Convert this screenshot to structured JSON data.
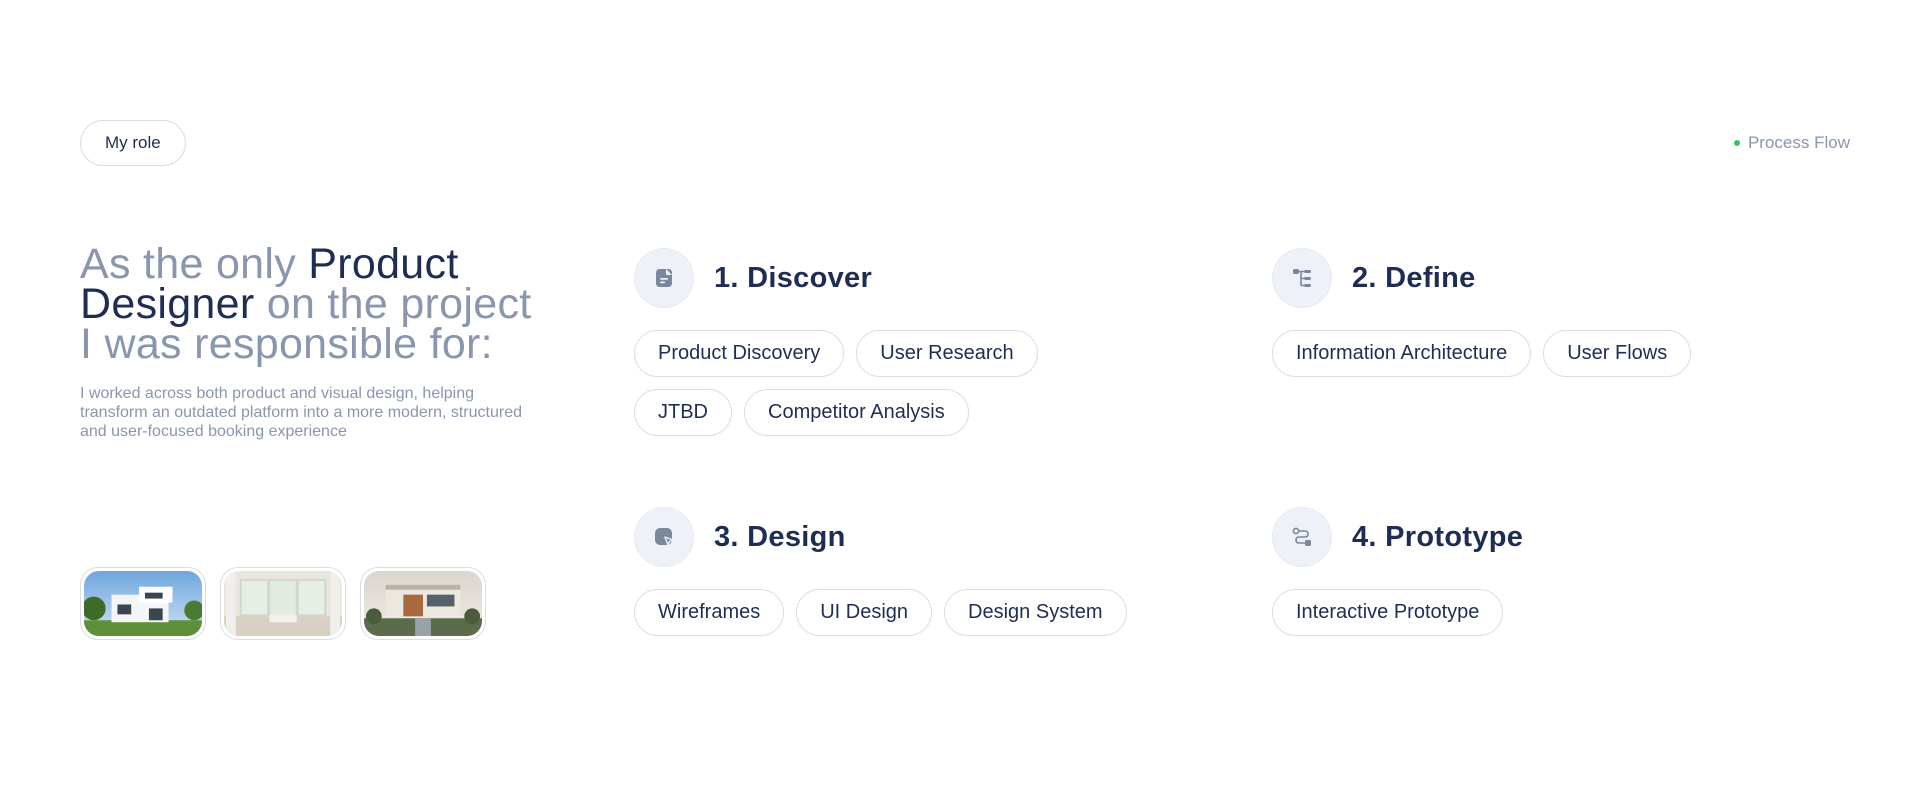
{
  "badge": {
    "label": "My role"
  },
  "process_flow": {
    "label": "Process Flow",
    "dot_color": "#3cc15a"
  },
  "headline": {
    "part1": "As the only ",
    "strong1": "Product Designer",
    "part2": " on the project I was responsible for:"
  },
  "description": "I worked across both product and visual design, helping transform an outdated platform into a more modern, structured and user-focused booking experience",
  "thumbnails": [
    {
      "icon": "modern-house-image"
    },
    {
      "icon": "interior-room-image"
    },
    {
      "icon": "villa-exterior-image"
    }
  ],
  "steps": [
    {
      "title": "1. Discover",
      "icon": "document-icon",
      "tags": [
        "Product Discovery",
        "User Research",
        "JTBD",
        "Competitor Analysis"
      ]
    },
    {
      "title": "2. Define",
      "icon": "hierarchy-icon",
      "tags": [
        "Information Architecture",
        "User Flows"
      ]
    },
    {
      "title": "3. Design",
      "icon": "design-cursor-icon",
      "tags": [
        "Wireframes",
        "UI Design",
        "Design System"
      ]
    },
    {
      "title": "4. Prototype",
      "icon": "flow-path-icon",
      "tags": [
        "Interactive Prototype"
      ]
    }
  ],
  "colors": {
    "primary_text": "#1f2d52",
    "muted_text": "#8a96ad",
    "border": "#d9dde4",
    "icon_bg": "#eef1f8"
  }
}
